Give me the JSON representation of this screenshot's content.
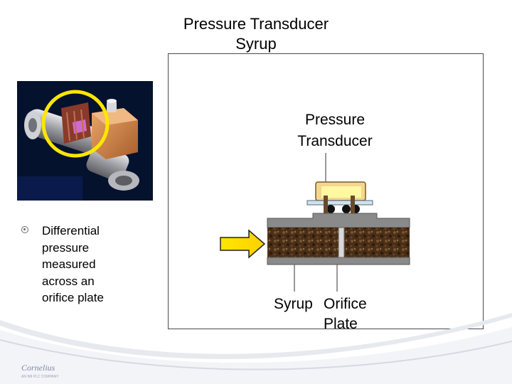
{
  "slide": {
    "title_line1": "Pressure Transducer",
    "title_line2": "Syrup",
    "bullet": "Differential\npressure\nmeasured\nacross an\norifice plate"
  },
  "diagram": {
    "label_transducer": "Pressure\nTransducer",
    "label_syrup": "Syrup",
    "label_orifice": "Orifice\n    Plate"
  },
  "footer": {
    "logo_text": "Cornelius",
    "logo_tagline": "AN IMI PLC COMPANY"
  },
  "colors": {
    "accent_yellow": "#ffe600",
    "photo_bg": "#05122e",
    "plate_brown": "#5a3a1e",
    "plate_grey": "#9a9a9a"
  }
}
